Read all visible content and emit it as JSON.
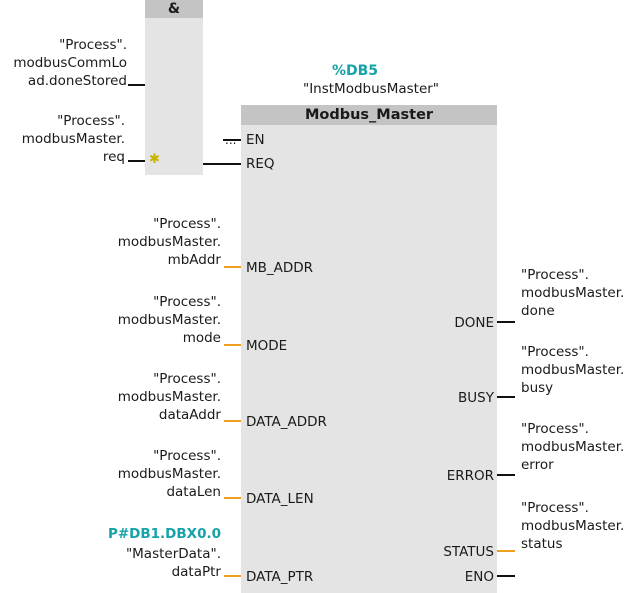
{
  "and_block": {
    "title": "&",
    "in1": [
      "\"Process\".",
      "modbusCommLo",
      "ad.doneStored"
    ],
    "in2": [
      "\"Process\".",
      "modbusMaster.",
      "req"
    ],
    "in2_marker": "✱",
    "out_ellipsis": "..."
  },
  "instance": {
    "address": "%DB5",
    "name": "\"InstModbusMaster\""
  },
  "block": {
    "title": "Modbus_Master",
    "pins_in": [
      "EN",
      "REQ",
      "MB_ADDR",
      "MODE",
      "DATA_ADDR",
      "DATA_LEN",
      "DATA_PTR"
    ],
    "pins_out": [
      "DONE",
      "BUSY",
      "ERROR",
      "STATUS",
      "ENO"
    ]
  },
  "inputs": {
    "mb_addr": [
      "\"Process\".",
      "modbusMaster.",
      "mbAddr"
    ],
    "mode": [
      "\"Process\".",
      "modbusMaster.",
      "mode"
    ],
    "data_addr": [
      "\"Process\".",
      "modbusMaster.",
      "dataAddr"
    ],
    "data_len": [
      "\"Process\".",
      "modbusMaster.",
      "dataLen"
    ],
    "data_ptr_addr": "P#DB1.DBX0.0",
    "data_ptr": [
      "\"MasterData\".",
      "dataPtr"
    ]
  },
  "outputs": {
    "done": [
      "\"Process\".",
      "modbusMaster.",
      "done"
    ],
    "busy": [
      "\"Process\".",
      "modbusMaster.",
      "busy"
    ],
    "error": [
      "\"Process\".",
      "modbusMaster.",
      "error"
    ],
    "status": [
      "\"Process\".",
      "modbusMaster.",
      "status"
    ]
  },
  "colors": {
    "block_fill": "#e4e4e4",
    "header_fill": "#c4c4c4",
    "wire_bool": "#111111",
    "wire_value": "#f0a020",
    "address_teal": "#16a3a8"
  }
}
